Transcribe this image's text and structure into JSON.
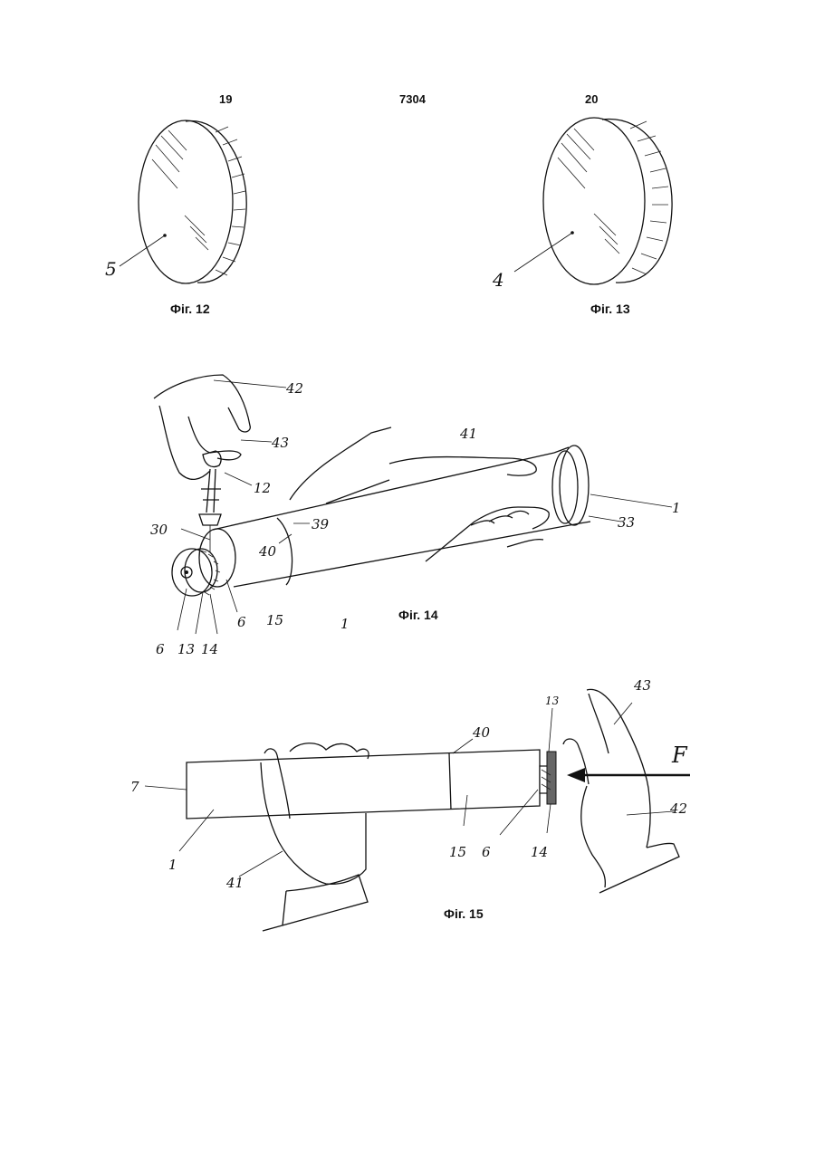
{
  "header": {
    "left_page": "19",
    "center_number": "7304",
    "right_page": "20"
  },
  "figures": {
    "fig12": {
      "caption": "Фіг. 12",
      "labels": {
        "part": "5"
      }
    },
    "fig13": {
      "caption": "Фіг. 13",
      "labels": {
        "part": "4"
      }
    },
    "fig14": {
      "caption": "Фіг. 14",
      "labels": {
        "l42": "42",
        "l43": "43",
        "l41": "41",
        "l12": "12",
        "l1a": "1",
        "l33": "33",
        "l30": "30",
        "l39": "39",
        "l40": "40",
        "l15": "15",
        "l1b": "1",
        "l6a": "6",
        "l6b": "6",
        "l13": "13",
        "l14": "14"
      }
    },
    "fig15": {
      "caption": "Фіг. 15",
      "labels": {
        "l7": "7",
        "l1": "1",
        "l41": "41",
        "l40": "40",
        "l15": "15",
        "l6": "6",
        "l13": "13",
        "l14": "14",
        "l43": "43",
        "l42": "42",
        "lF": "F"
      }
    }
  }
}
